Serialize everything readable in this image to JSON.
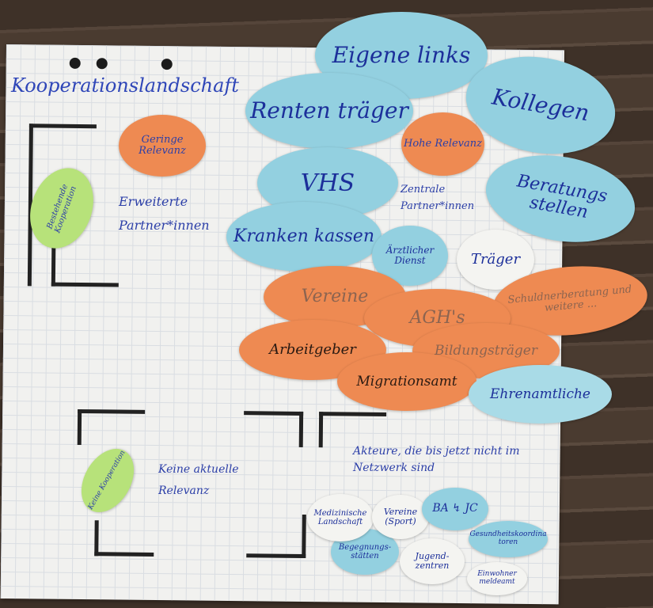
{
  "board": {
    "title": "Kooperationslandschaft",
    "labels": {
      "low_relevance": "Geringe Relevanz",
      "high_relevance": "Hohe Relevanz",
      "extended_partners": "Erweiterte Partner*innen",
      "central_partners": "Zentrale Partner*innen",
      "no_current_relevance": "Keine aktuelle Relevanz",
      "actors_not_in_network": "Akteure, die bis jetzt nicht im Netzwerk sind",
      "existing_cooperation": "Bestehende Kooperation",
      "no_cooperation": "Keine Kooperation"
    }
  },
  "stickers": {
    "eigene_links": "Eigene links",
    "rententraeger": "Renten träger",
    "kollegen": "Kollegen",
    "vhs": "VHS",
    "beratungsstellen": "Beratungs stellen",
    "krankenkassen": "Kranken kassen",
    "aerztlicher_dienst": "Ärztlicher Dienst",
    "traeger": "Träger",
    "vereine": "Vereine",
    "aghs": "AGH's",
    "schuldnerberatung": "Schuldnerberatung und weitere ...",
    "arbeitgeber": "Arbeitgeber",
    "bildungstraeger": "Bildungsträger",
    "migrationsamt": "Migrationsamt",
    "ehrenamtliche": "Ehrenamtliche",
    "medizinische_landschaft": "Medizinische Landschaft",
    "vereine_sport": "Vereine (Sport)",
    "ba_jc": "BA ↯ JC",
    "begegnungsstaetten": "Begegnungs-stätten",
    "jugendzentren": "Jugend-zentren",
    "gesundheitskoordinatoren": "Gesundheitskoordinatoren",
    "einwohnermeldeamt": "Einwohner meldeamt"
  },
  "colors": {
    "orange": "#ee8a52",
    "light_blue": "#93d0e0",
    "white": "#f4f4f1",
    "green": "#b7e27a",
    "ink": "#2c3fa8"
  }
}
